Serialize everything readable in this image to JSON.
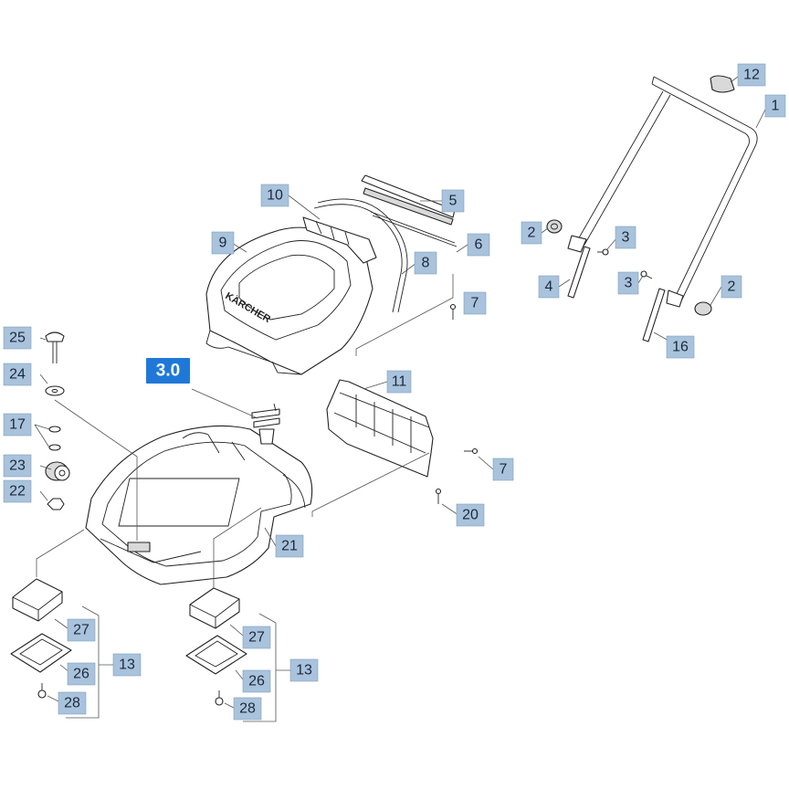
{
  "diagram": {
    "brand_text": "KÄRCHER",
    "assembly_label": "3.0",
    "colors": {
      "callout_fill": "#a9c3dc",
      "assembly_fill": "#1f78d8",
      "line": "#222222"
    },
    "callouts": [
      {
        "id": "c12",
        "label": "12"
      },
      {
        "id": "c1",
        "label": "1"
      },
      {
        "id": "c2a",
        "label": "2"
      },
      {
        "id": "c3a",
        "label": "3"
      },
      {
        "id": "c4",
        "label": "4"
      },
      {
        "id": "c3b",
        "label": "3"
      },
      {
        "id": "c2b",
        "label": "2"
      },
      {
        "id": "c16",
        "label": "16"
      },
      {
        "id": "c10",
        "label": "10"
      },
      {
        "id": "c5",
        "label": "5"
      },
      {
        "id": "c9",
        "label": "9"
      },
      {
        "id": "c6",
        "label": "6"
      },
      {
        "id": "c8",
        "label": "8"
      },
      {
        "id": "c7a",
        "label": "7"
      },
      {
        "id": "c25",
        "label": "25"
      },
      {
        "id": "c24",
        "label": "24"
      },
      {
        "id": "c17",
        "label": "17"
      },
      {
        "id": "c23",
        "label": "23"
      },
      {
        "id": "c22",
        "label": "22"
      },
      {
        "id": "c11",
        "label": "11"
      },
      {
        "id": "c7b",
        "label": "7"
      },
      {
        "id": "c20",
        "label": "20"
      },
      {
        "id": "c21",
        "label": "21"
      },
      {
        "id": "c27a",
        "label": "27"
      },
      {
        "id": "c26a",
        "label": "26"
      },
      {
        "id": "c13a",
        "label": "13"
      },
      {
        "id": "c28a",
        "label": "28"
      },
      {
        "id": "c27b",
        "label": "27"
      },
      {
        "id": "c26b",
        "label": "26"
      },
      {
        "id": "c13b",
        "label": "13"
      },
      {
        "id": "c28b",
        "label": "28"
      }
    ]
  }
}
